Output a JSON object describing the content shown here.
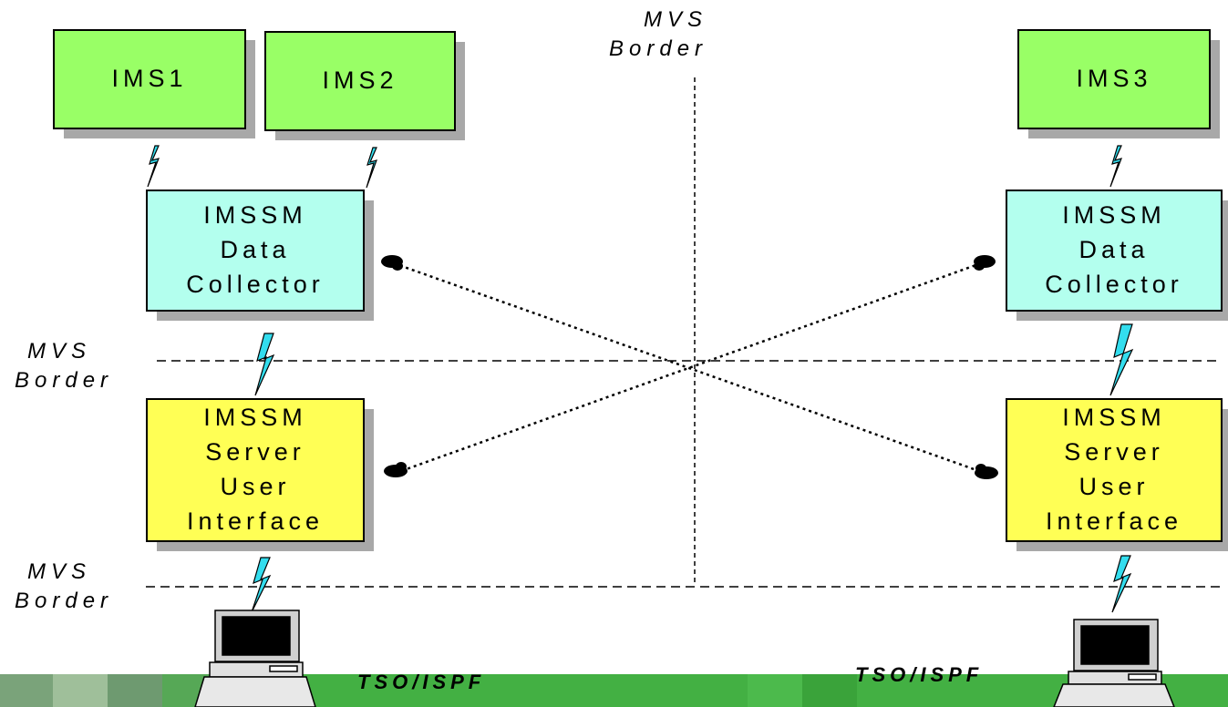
{
  "ims_boxes": [
    {
      "label": "IMS1"
    },
    {
      "label": "IMS2"
    },
    {
      "label": "IMS3"
    }
  ],
  "collectors": [
    {
      "lines": [
        "IMSSM",
        "Data",
        "Collector"
      ]
    },
    {
      "lines": [
        "IMSSM",
        "Data",
        "Collector"
      ]
    }
  ],
  "servers": [
    {
      "lines": [
        "IMSSM",
        "Server",
        "User",
        "Interface"
      ]
    },
    {
      "lines": [
        "IMSSM",
        "Server",
        "User",
        "Interface"
      ]
    }
  ],
  "borders": {
    "top_line1": "MVS",
    "top_line2": "Border",
    "mid_line1": "MVS",
    "mid_line2": "Border",
    "low_line1": "MVS",
    "low_line2": "Border"
  },
  "terminals": [
    {
      "label": "TSO/ISPF"
    },
    {
      "label": "TSO/ISPF"
    }
  ],
  "colors": {
    "ims_box": "#99ff66",
    "collector_box": "#b3ffee",
    "server_box": "#ffff55",
    "lightning": "#33ddee",
    "footer": "#43b043"
  }
}
